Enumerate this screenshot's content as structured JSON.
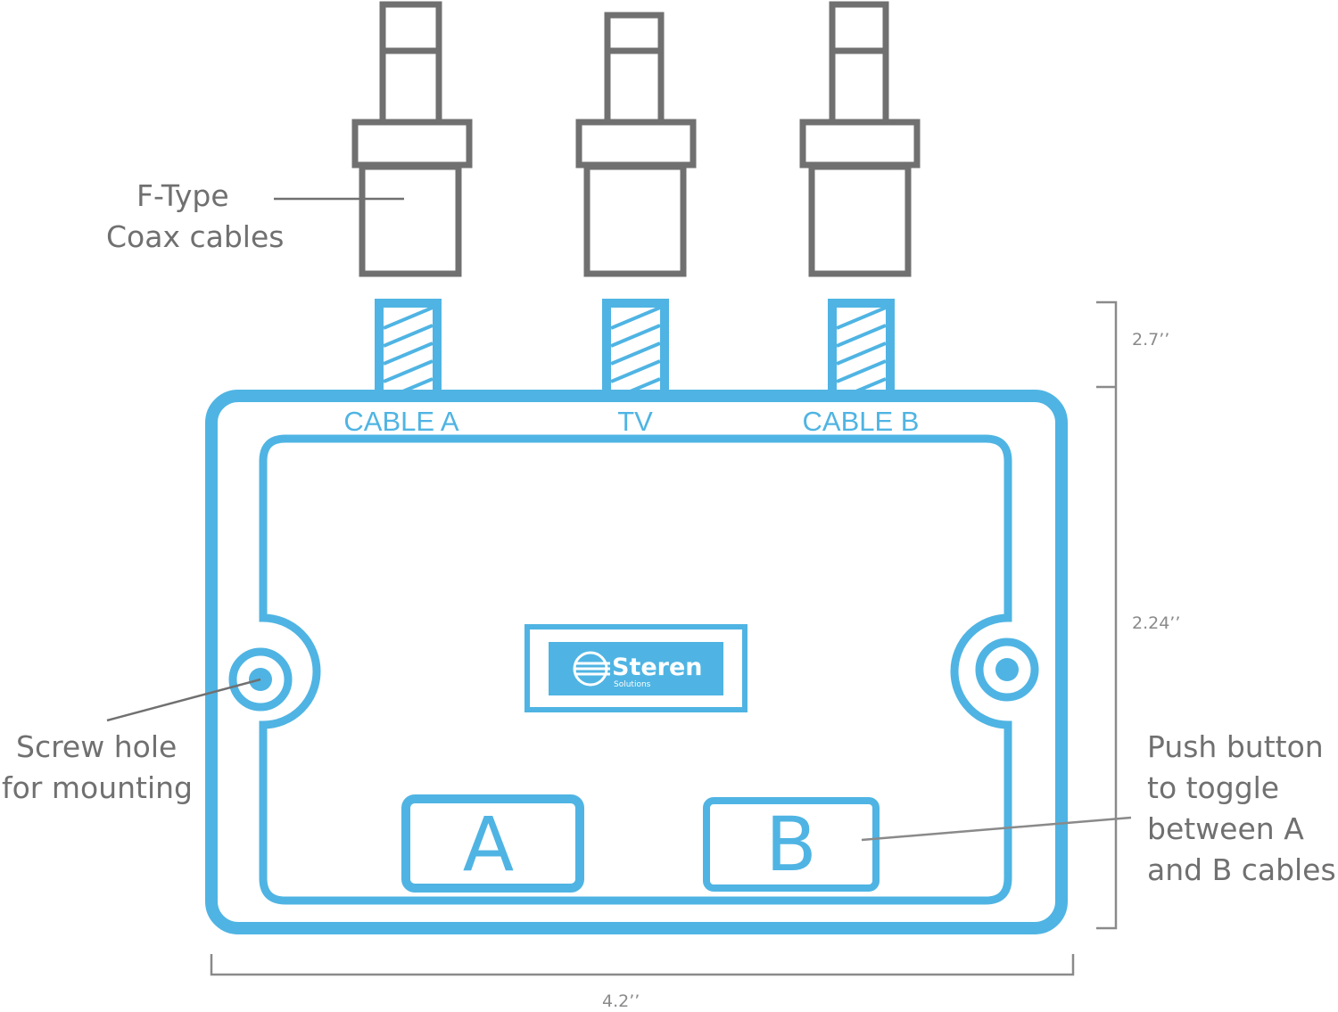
{
  "colors": {
    "accent": "#4fb4e3",
    "connector_gray": "#707070",
    "label_gray": "#707070",
    "background": "#ffffff"
  },
  "labels": {
    "coax_line1": "F-Type",
    "coax_line2": "Coax cables",
    "screw_line1": "Screw hole",
    "screw_line2": "for mounting",
    "push_line1": "Push button",
    "push_line2": "to toggle",
    "push_line3": "between A",
    "push_line4": "and B cables"
  },
  "ports": {
    "cable_a": "CABLE A",
    "tv": "TV",
    "cable_b": "CABLE B"
  },
  "buttons": {
    "a": "A",
    "b": "B"
  },
  "logo": {
    "brand": "Steren",
    "tagline": "Solutions"
  },
  "dimensions": {
    "connector_height": "2.7’’",
    "body_height": "2.24’’",
    "width": "4.2’’"
  }
}
